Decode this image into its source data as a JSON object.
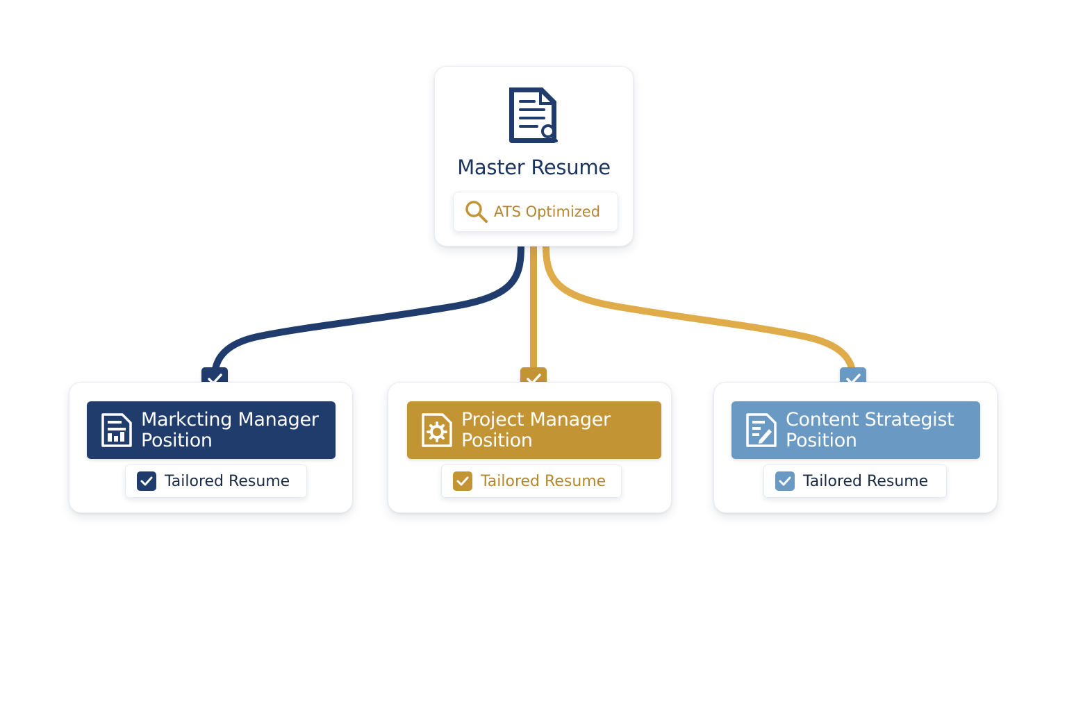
{
  "colors": {
    "navy": "#1f3c6d",
    "gold": "#c39434",
    "light_gold": "#e0ac4a",
    "steel_blue": "#6a9ac4",
    "title_navy": "#1b3461"
  },
  "master": {
    "title": "Master Resume",
    "badge_label": "ATS Optimized",
    "icon": "document-search-icon",
    "badge_icon": "magnifier-icon"
  },
  "roles": [
    {
      "title_line1": "Markcting Manager",
      "title_line2": "Position",
      "tag": "Tailored Resume",
      "color": "#1f3c6d",
      "icon": "document-chart-icon"
    },
    {
      "title_line1": "Project Manager",
      "title_line2": "Position",
      "tag": "Tailored Resume",
      "color": "#c39434",
      "icon": "document-gear-icon"
    },
    {
      "title_line1": "Content Strategist",
      "title_line2": "Position",
      "tag": "Tailored Resume",
      "color": "#6a9ac4",
      "icon": "document-edit-icon"
    }
  ]
}
